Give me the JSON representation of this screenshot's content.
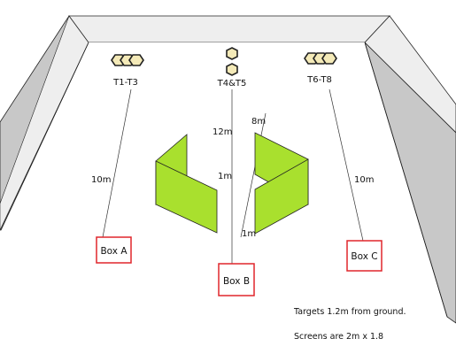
{
  "colors": {
    "wall_gray": "#c8c8c8",
    "wall_light": "#eeeeee",
    "screen_green": "#a9e02e",
    "box_red": "#e0262c",
    "hex_fill": "#f4eab8",
    "ink": "#111111"
  },
  "targets": {
    "left_label": "T1-T3",
    "center_label": "T4&T5",
    "right_label": "T6-T8"
  },
  "distances": {
    "left": "10m",
    "right": "10m",
    "center_top": "12m",
    "center_diag": "8m",
    "inner_top": "1m",
    "inner_bottom": "1m"
  },
  "boxes": {
    "a": "Box A",
    "b": "Box B",
    "c": "Box C"
  },
  "notes": {
    "targets_height": "Targets 1.2m from ground.",
    "screens_size": "Screens are 2m x 1.8"
  }
}
